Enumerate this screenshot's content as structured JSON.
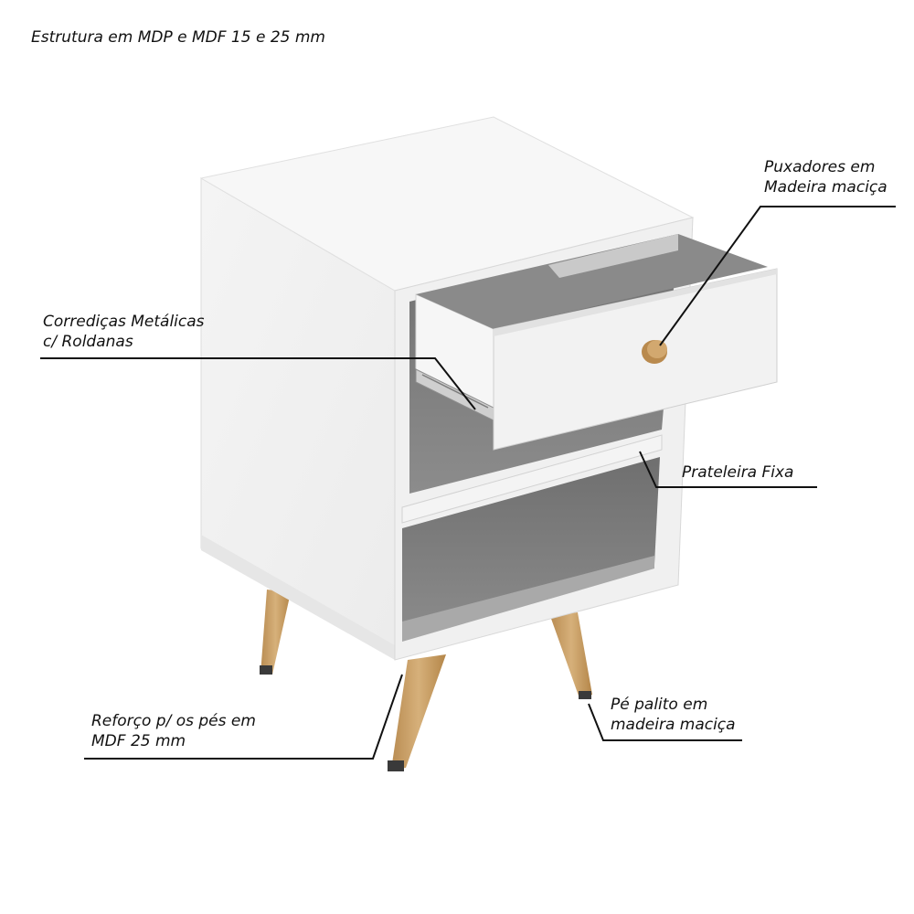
{
  "title": "Estrutura em MDP e MDF 15 e 25 mm",
  "callouts": {
    "pulls": {
      "line1": "Puxadores em",
      "line2": "Madeira maciça"
    },
    "slides": {
      "line1": "Corrediças Metálicas",
      "line2": "c/ Roldanas"
    },
    "shelf": {
      "line1": "Prateleira Fixa"
    },
    "legs": {
      "line1": "Pé palito em",
      "line2": "madeira maciça"
    },
    "reinforcement": {
      "line1": "Reforço p/ os pés em",
      "line2": "MDF 25 mm"
    }
  },
  "colors": {
    "cabinet": "#f2f2f2",
    "interior": "#7a7a7a",
    "wood": "#c8a067",
    "leader_line": "#111111"
  }
}
